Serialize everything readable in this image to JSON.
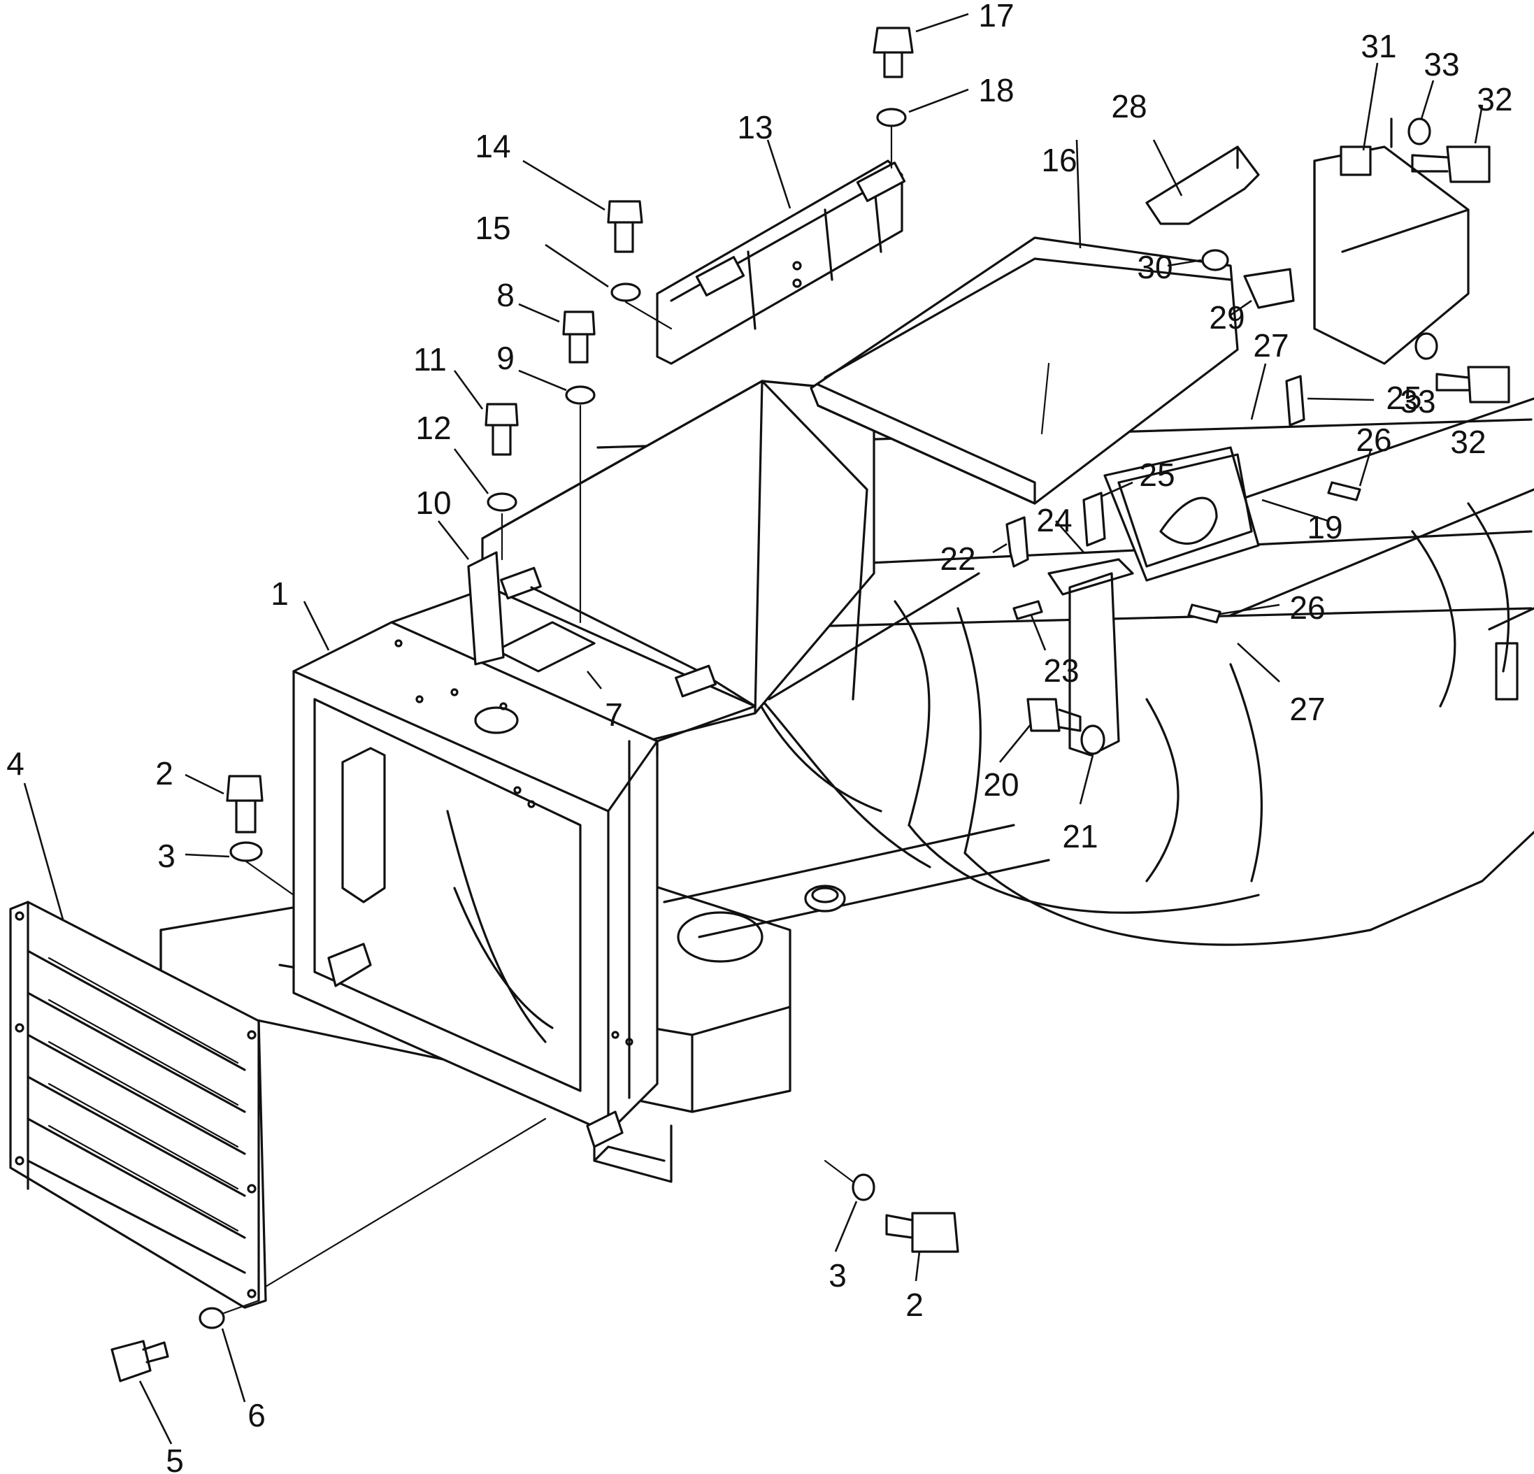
{
  "parts": [
    {
      "id": "p1",
      "label": "1",
      "name": "radiator-guard-frame"
    },
    {
      "id": "p2a",
      "label": "2",
      "name": "bolt-upper"
    },
    {
      "id": "p2b",
      "label": "2",
      "name": "bolt-lower"
    },
    {
      "id": "p3a",
      "label": "3",
      "name": "washer-upper"
    },
    {
      "id": "p3b",
      "label": "3",
      "name": "washer-lower"
    },
    {
      "id": "p4",
      "label": "4",
      "name": "front-grille"
    },
    {
      "id": "p5",
      "label": "5",
      "name": "grille-bolt"
    },
    {
      "id": "p6",
      "label": "6",
      "name": "grille-washer"
    },
    {
      "id": "p7",
      "label": "7",
      "name": "top-cover-plate"
    },
    {
      "id": "p8",
      "label": "8",
      "name": "cover-bolt"
    },
    {
      "id": "p9",
      "label": "9",
      "name": "cover-washer"
    },
    {
      "id": "p10",
      "label": "10",
      "name": "hinge-bracket"
    },
    {
      "id": "p11",
      "label": "11",
      "name": "hinge-bolt"
    },
    {
      "id": "p12",
      "label": "12",
      "name": "hinge-washer"
    },
    {
      "id": "p13",
      "label": "13",
      "name": "side-rail"
    },
    {
      "id": "p14",
      "label": "14",
      "name": "rail-bolt"
    },
    {
      "id": "p15",
      "label": "15",
      "name": "rail-washer"
    },
    {
      "id": "p16",
      "label": "16",
      "name": "engine-hood"
    },
    {
      "id": "p17",
      "label": "17",
      "name": "rear-bolt"
    },
    {
      "id": "p18",
      "label": "18",
      "name": "rear-washer"
    },
    {
      "id": "p19",
      "label": "19",
      "name": "rear-bracket-plate"
    },
    {
      "id": "p20",
      "label": "20",
      "name": "mount-bolt"
    },
    {
      "id": "p21",
      "label": "21",
      "name": "mount-washer"
    },
    {
      "id": "p22",
      "label": "22",
      "name": "latch-left"
    },
    {
      "id": "p23",
      "label": "23",
      "name": "latch-pin"
    },
    {
      "id": "p24",
      "label": "24",
      "name": "spring"
    },
    {
      "id": "p25a",
      "label": "25",
      "name": "latch-upper"
    },
    {
      "id": "p25b",
      "label": "25",
      "name": "latch-middle"
    },
    {
      "id": "p26a",
      "label": "26",
      "name": "pin-upper"
    },
    {
      "id": "p26b",
      "label": "26",
      "name": "pin-lower"
    },
    {
      "id": "p27a",
      "label": "27",
      "name": "rod-upper"
    },
    {
      "id": "p27b",
      "label": "27",
      "name": "rod-lower"
    },
    {
      "id": "p28",
      "label": "28",
      "name": "support-bracket"
    },
    {
      "id": "p29",
      "label": "29",
      "name": "bracket-bolt"
    },
    {
      "id": "p30",
      "label": "30",
      "name": "bracket-washer"
    },
    {
      "id": "p31",
      "label": "31",
      "name": "rear-cover"
    },
    {
      "id": "p32a",
      "label": "32",
      "name": "cover-bolt-upper"
    },
    {
      "id": "p32b",
      "label": "32",
      "name": "cover-bolt-lower"
    },
    {
      "id": "p33a",
      "label": "33",
      "name": "cover-washer-upper"
    },
    {
      "id": "p33b",
      "label": "33",
      "name": "cover-washer-lower"
    }
  ]
}
